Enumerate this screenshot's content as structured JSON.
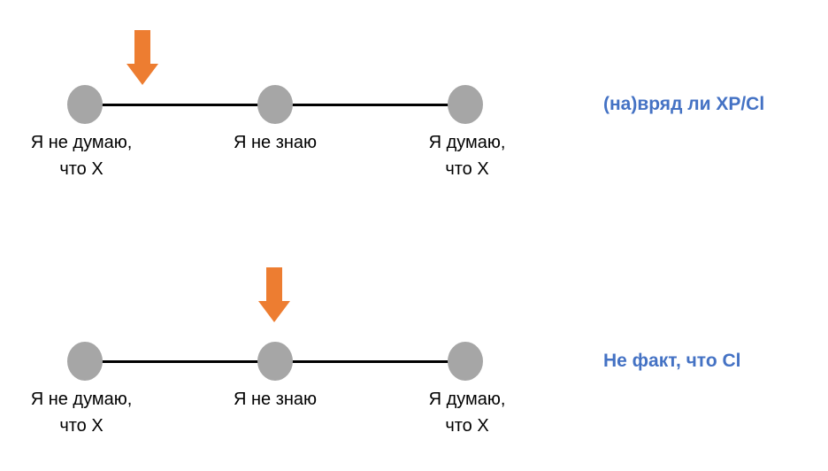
{
  "colors": {
    "arrow": "#ed7d31",
    "node": "#a6a6a6",
    "line": "#000000",
    "construction_text": "#4472c4"
  },
  "scales": [
    {
      "construction": "(на)вряд ли XP/Cl",
      "arrow_position": "node-1",
      "nodes": [
        {
          "label_line1": "Я не думаю,",
          "label_line2": "что Х"
        },
        {
          "label_line1": "Я не знаю",
          "label_line2": ""
        },
        {
          "label_line1": "Я думаю,",
          "label_line2": "что Х"
        }
      ]
    },
    {
      "construction": "Не факт, что Cl",
      "arrow_position": "node-2",
      "nodes": [
        {
          "label_line1": "Я не думаю,",
          "label_line2": "что Х"
        },
        {
          "label_line1": "Я не знаю",
          "label_line2": ""
        },
        {
          "label_line1": "Я думаю,",
          "label_line2": "что Х"
        }
      ]
    }
  ]
}
